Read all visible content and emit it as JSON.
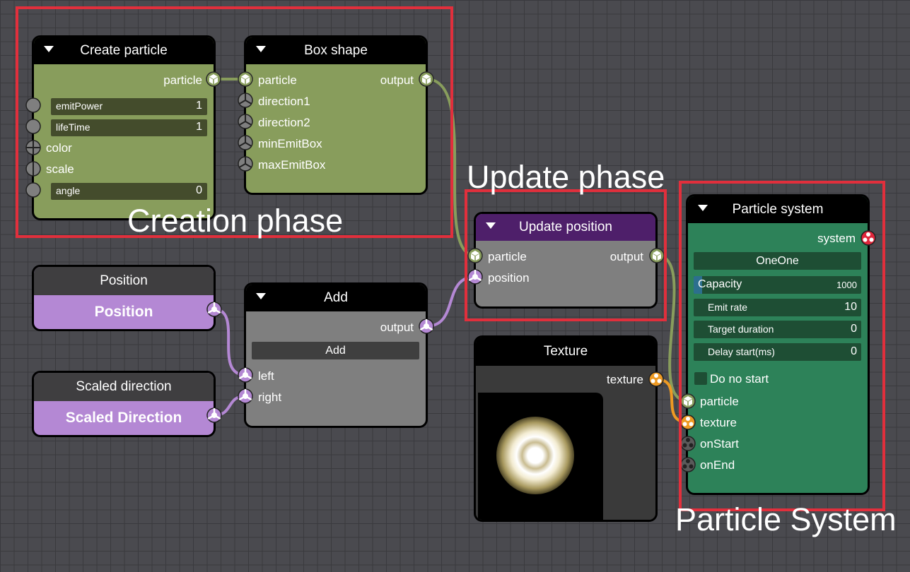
{
  "phases": {
    "creation": "Creation phase",
    "update": "Update phase",
    "system": "Particle System"
  },
  "create_particle": {
    "title": "Create particle",
    "output_label": "particle",
    "fields": [
      {
        "label": "emitPower",
        "value": "1"
      },
      {
        "label": "lifeTime",
        "value": "1"
      }
    ],
    "inputs": [
      "color",
      "scale"
    ],
    "angle_label": "angle",
    "angle_value": "0"
  },
  "box_shape": {
    "title": "Box shape",
    "inputs": [
      "particle",
      "direction1",
      "direction2",
      "minEmitBox",
      "maxEmitBox"
    ],
    "output_label": "output"
  },
  "update_position": {
    "title": "Update position",
    "inputs": [
      "particle",
      "position"
    ],
    "output_label": "output"
  },
  "position_node": {
    "title": "Position",
    "value": "Position"
  },
  "scaled_direction_node": {
    "title": "Scaled direction",
    "value": "Scaled Direction"
  },
  "add_node": {
    "title": "Add",
    "output_label": "output",
    "operation": "Add",
    "inputs": [
      "left",
      "right"
    ]
  },
  "texture_node": {
    "title": "Texture",
    "output_label": "texture"
  },
  "particle_system": {
    "title": "Particle system",
    "output_label": "system",
    "blend_mode": "OneOne",
    "capacity_label": "Capacity",
    "capacity_value": "1000",
    "capacity_fill": 0.05,
    "fields": [
      {
        "label": "Emit rate",
        "value": "10"
      },
      {
        "label": "Target duration",
        "value": "0"
      },
      {
        "label": "Delay start(ms)",
        "value": "0"
      }
    ],
    "do_not_start_label": "Do no start",
    "inputs": [
      "particle",
      "texture",
      "onStart",
      "onEnd"
    ]
  },
  "colors": {
    "creation_node": "#889d5c",
    "update_header": "#4e1f6a",
    "update_body": "#7f7f7f",
    "system_body": "#2d8259",
    "value_node": "#b488d4",
    "port_particle": "#889d5c",
    "port_vector": "#b488d4",
    "port_texture": "#ee9a23",
    "port_system": "#e0263b",
    "highlight": "#e12f3c"
  }
}
